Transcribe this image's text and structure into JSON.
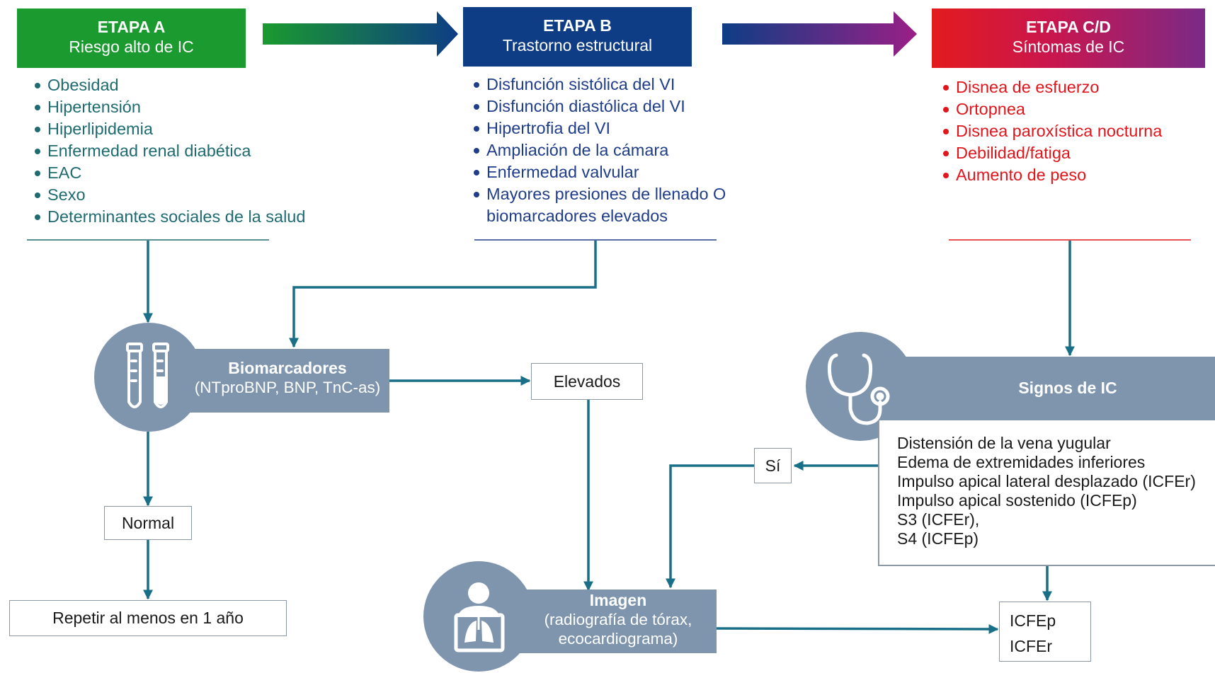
{
  "stages": {
    "a": {
      "title": "ETAPA A",
      "subtitle": "Riesgo alto de IC",
      "color": "#1a9a2f",
      "items": [
        "Obesidad",
        "Hipertensión",
        "Hiperlipidemia",
        "Enfermedad renal diabética",
        "EAC",
        "Sexo",
        "Determinantes sociales de la salud"
      ]
    },
    "b": {
      "title": "ETAPA B",
      "subtitle": "Trastorno estructural",
      "color": "#0e3d85",
      "items": [
        "Disfunción sistólica del VI",
        "Disfunción diastólica del VI",
        "Hipertrofia del VI",
        "Ampliación de la cámara",
        "Enfermedad valvular"
      ],
      "last_item_line1": "Mayores presiones de llenado O",
      "last_item_line2": "biomarcadores elevados"
    },
    "cd": {
      "title": "ETAPA C/D",
      "subtitle": "Síntomas de IC",
      "items": [
        "Disnea de esfuerzo",
        "Ortopnea",
        "Disnea paroxística nocturna",
        "Debilidad/fatiga",
        "Aumento de peso"
      ]
    }
  },
  "colors": {
    "teal_text": "#1e6b70",
    "navy_text": "#1f3d8a",
    "red_text": "#e0161c",
    "arrow": "#1a6f88",
    "slate": "#7f95ae"
  },
  "biomarkers": {
    "title": "Biomarcadores",
    "subtitle": "(NTproBNP, BNP, TnC-as)"
  },
  "boxes": {
    "elevated": "Elevados",
    "normal": "Normal",
    "repeat": "Repetir al menos en 1 año",
    "yes": "Sí"
  },
  "imaging": {
    "title": "Imagen",
    "line1": "(radiografía de tórax,",
    "line2": "ecocardiograma)"
  },
  "signs": {
    "title": "Signos de IC",
    "items": [
      "Distensión de la vena yugular",
      "Edema de extremidades inferiores",
      "Impulso apical lateral desplazado (ICFEr)",
      "Impulso apical sostenido (ICFEp)",
      "S3 (ICFEr),",
      "S4 (ICFEp)"
    ]
  },
  "outcome": {
    "line1": "ICFEp",
    "line2": "ICFEr"
  },
  "icons": [
    "test-tubes-icon",
    "stethoscope-icon",
    "chest-xray-icon"
  ]
}
